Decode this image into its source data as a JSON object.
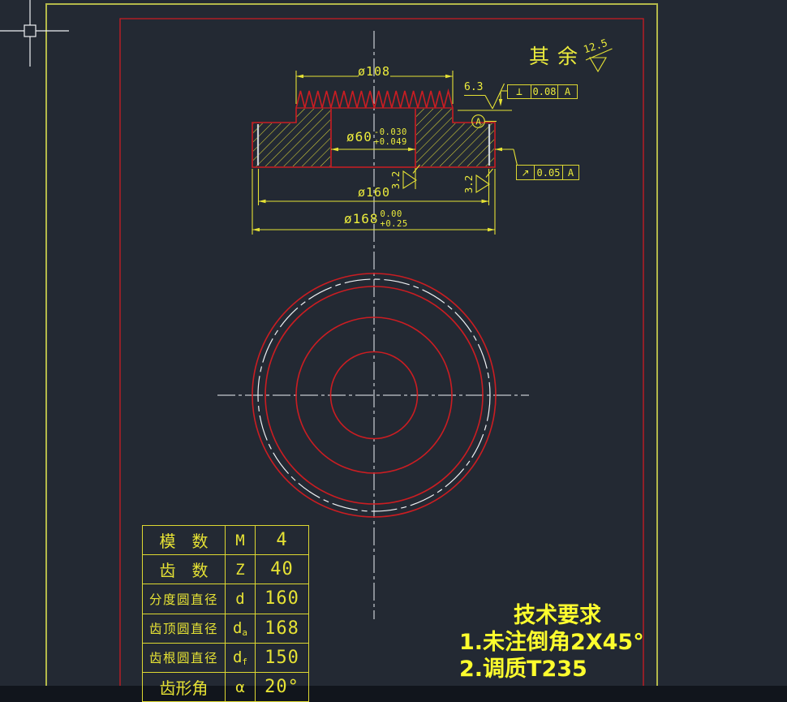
{
  "app": {
    "type": "cad-drawing-viewport"
  },
  "colors": {
    "background": "#232933",
    "cad_yellow": "#e6e234",
    "border_olive": "#b3b84a",
    "entity_red": "#cb1d22",
    "centerline_white": "#eef1f4",
    "chamfer_gray": "#c9ced4",
    "tech_text_yellow": "#fdfd2e"
  },
  "surface_default": {
    "label": "其余",
    "value": "12.5"
  },
  "section_view": {
    "dim_teeth_width": "ø108",
    "dim_bore": {
      "main": "ø60",
      "upper": "-0.030",
      "lower": "+0.049"
    },
    "dim_chamfer_dia": "ø160",
    "dim_outer_dia": {
      "main": "ø168",
      "upper": "0.00",
      "lower": "+0.25"
    },
    "roughness_top_face": "6.3",
    "roughness_bore": "3.2",
    "roughness_end_face": "3.2",
    "datum_label": "A",
    "fcf_perpendicularity": {
      "symbol": "⊥",
      "tolerance": "0.08",
      "datum": "A"
    },
    "fcf_runout": {
      "symbol": "↗",
      "tolerance": "0.05",
      "datum": "A"
    }
  },
  "param_table": {
    "rows": [
      {
        "name": "模　数",
        "symbol": "M",
        "sub": "",
        "value": "4"
      },
      {
        "name": "齿　数",
        "symbol": "Z",
        "sub": "",
        "value": "40"
      },
      {
        "name": "分度圆直径",
        "symbol": "d",
        "sub": "",
        "value": "160"
      },
      {
        "name": "齿顶圆直径",
        "symbol": "d",
        "sub": "a",
        "value": "168"
      },
      {
        "name": "齿根圆直径",
        "symbol": "d",
        "sub": "f",
        "value": "150"
      },
      {
        "name": "齿形角",
        "symbol": "α",
        "sub": "",
        "value": "20°"
      }
    ]
  },
  "tech_requirements": {
    "title": "技术要求",
    "line1": "1.未注倒角2X45°",
    "line2": "2.调质T235"
  }
}
